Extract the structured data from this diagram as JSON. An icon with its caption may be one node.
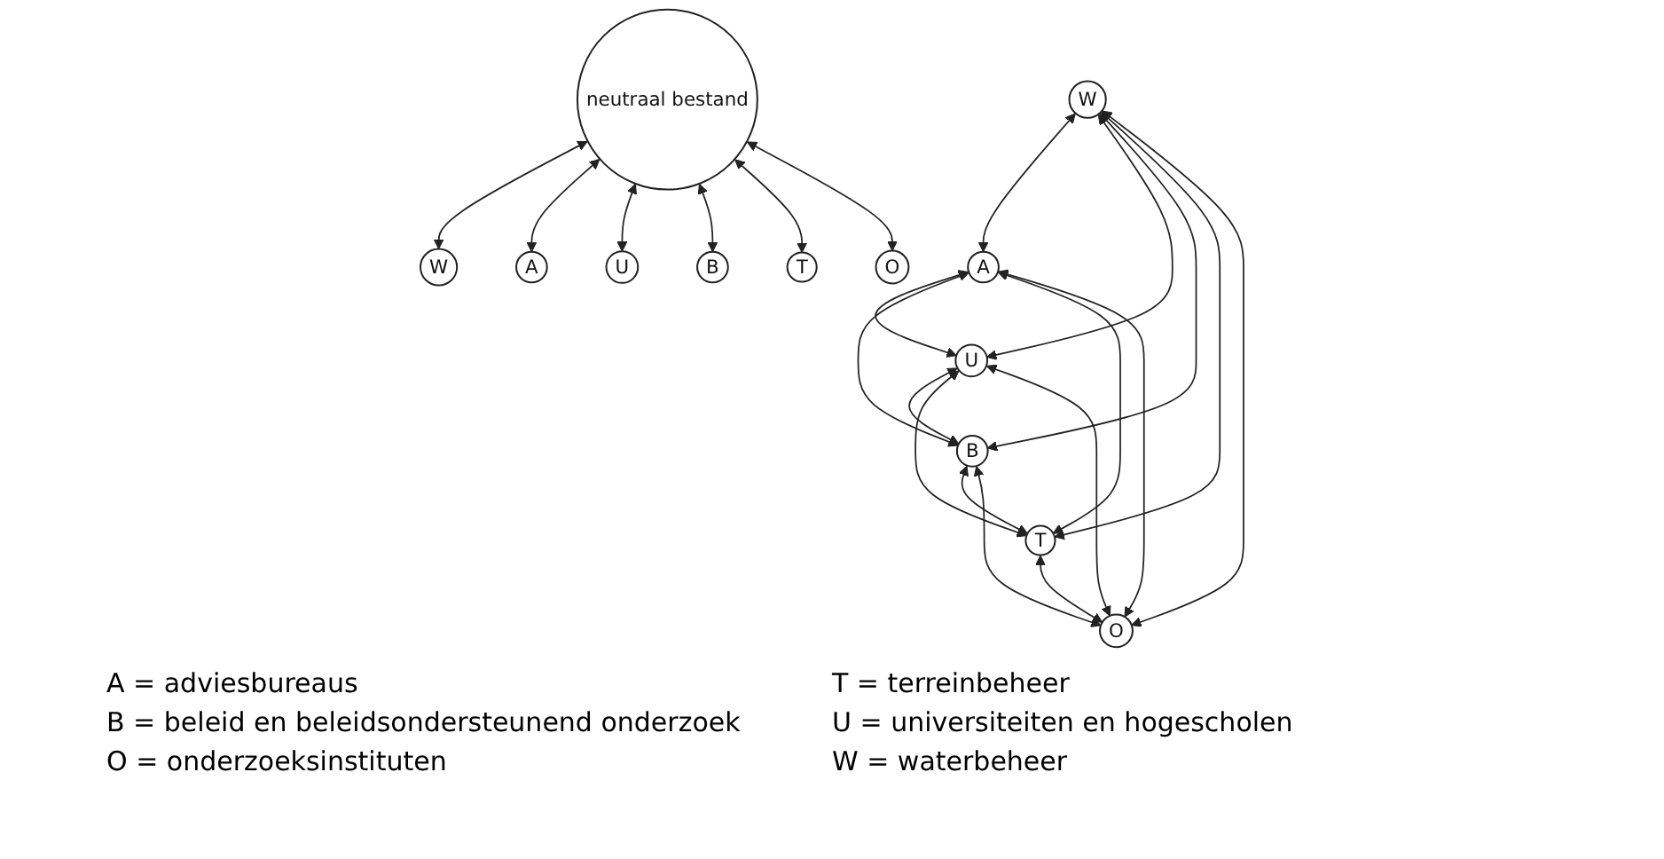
{
  "diagram": {
    "nodes": [
      {
        "text": [
          "W"
        ]
      },
      {
        "text": [
          "A"
        ]
      },
      {
        "text": [
          "U"
        ]
      },
      {
        "text": [
          "B"
        ]
      },
      {
        "text": [
          "T"
        ]
      },
      {
        "text": [
          "O"
        ]
      },
      {
        "text": [
          "W"
        ]
      },
      {
        "text": [
          "A"
        ]
      },
      {
        "text": [
          "U"
        ]
      },
      {
        "text": [
          "neutraal bestand"
        ]
      },
      {
        "text": [
          "B"
        ]
      },
      {
        "text": [
          "T"
        ]
      },
      {
        "text": [
          "O"
        ]
      }
    ],
    "edges": [
      {
        "from": 0,
        "to": 1,
        "arrow": "both"
      },
      {
        "from": 0,
        "to": 2,
        "arrow": "both"
      },
      {
        "from": 0,
        "to": 3,
        "arrow": "both"
      },
      {
        "from": 0,
        "to": 4,
        "arrow": "both"
      },
      {
        "from": 0,
        "to": 5,
        "arrow": "both"
      },
      {
        "from": 1,
        "to": 2,
        "arrow": "both"
      },
      {
        "from": 1,
        "to": 3,
        "arrow": "both"
      },
      {
        "from": 1,
        "to": 4,
        "arrow": "both"
      },
      {
        "from": 1,
        "to": 5,
        "arrow": "both"
      },
      {
        "from": 2,
        "to": 3,
        "arrow": "both"
      },
      {
        "from": 2,
        "to": 4,
        "arrow": "both"
      },
      {
        "from": 2,
        "to": 5,
        "arrow": "both"
      },
      {
        "from": 3,
        "to": 4,
        "arrow": "both"
      },
      {
        "from": 3,
        "to": 5,
        "arrow": "both"
      },
      {
        "from": 4,
        "to": 5,
        "arrow": "both"
      },
      {
        "from": 9,
        "to": 6,
        "arrow": "both"
      },
      {
        "from": 9,
        "to": 7,
        "arrow": "both"
      },
      {
        "from": 9,
        "to": 8,
        "arrow": "both"
      },
      {
        "from": 9,
        "to": 10,
        "arrow": "both"
      },
      {
        "from": 9,
        "to": 11,
        "arrow": "both"
      },
      {
        "from": 9,
        "to": 12,
        "arrow": "both"
      }
    ],
    "labels": [
      "A = adviesbureaus",
      "B = beleid en beleidsondersteunend onderzoek",
      "O = onderzoeksinstituten",
      "T = terreinbeheer",
      "U = universiteiten en hogescholen",
      "W = waterbeheer"
    ]
  }
}
